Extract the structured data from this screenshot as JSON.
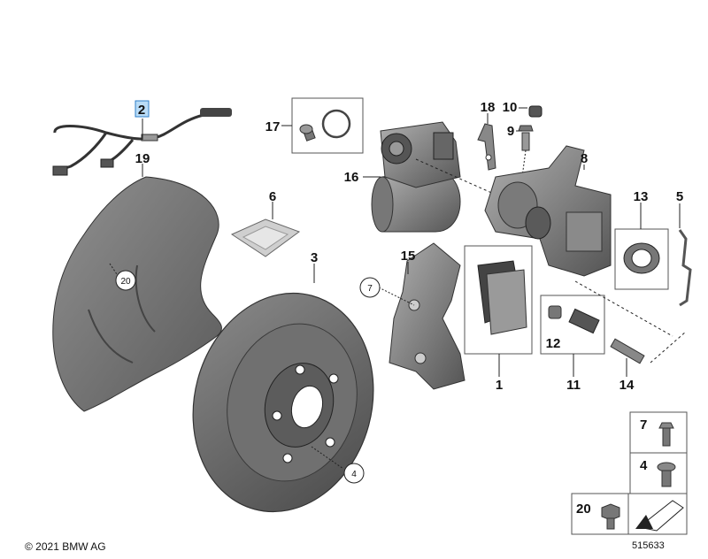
{
  "diagram": {
    "labels": {
      "p1": "1",
      "p2": "2",
      "p3": "3",
      "p4": "4",
      "p5": "5",
      "p6": "6",
      "p7": "7",
      "p8": "8",
      "p9": "9",
      "p10": "10",
      "p11": "11",
      "p12": "12",
      "p13": "13",
      "p14": "14",
      "p15": "15",
      "p16": "16",
      "p17": "17",
      "p18": "18",
      "p19": "19",
      "p20": "20"
    },
    "circled": {
      "c20": "20",
      "c7": "7",
      "c4": "4"
    },
    "legend": {
      "l7": "7",
      "l4": "4",
      "l20": "20"
    },
    "highlighted_part": "2"
  },
  "footer": {
    "copyright": "© 2021 BMW AG",
    "reference": "515633"
  },
  "colors": {
    "highlight": "#b9dcf7",
    "highlight_border": "#2f7fc9",
    "part_gray": "#6e6e6e"
  }
}
